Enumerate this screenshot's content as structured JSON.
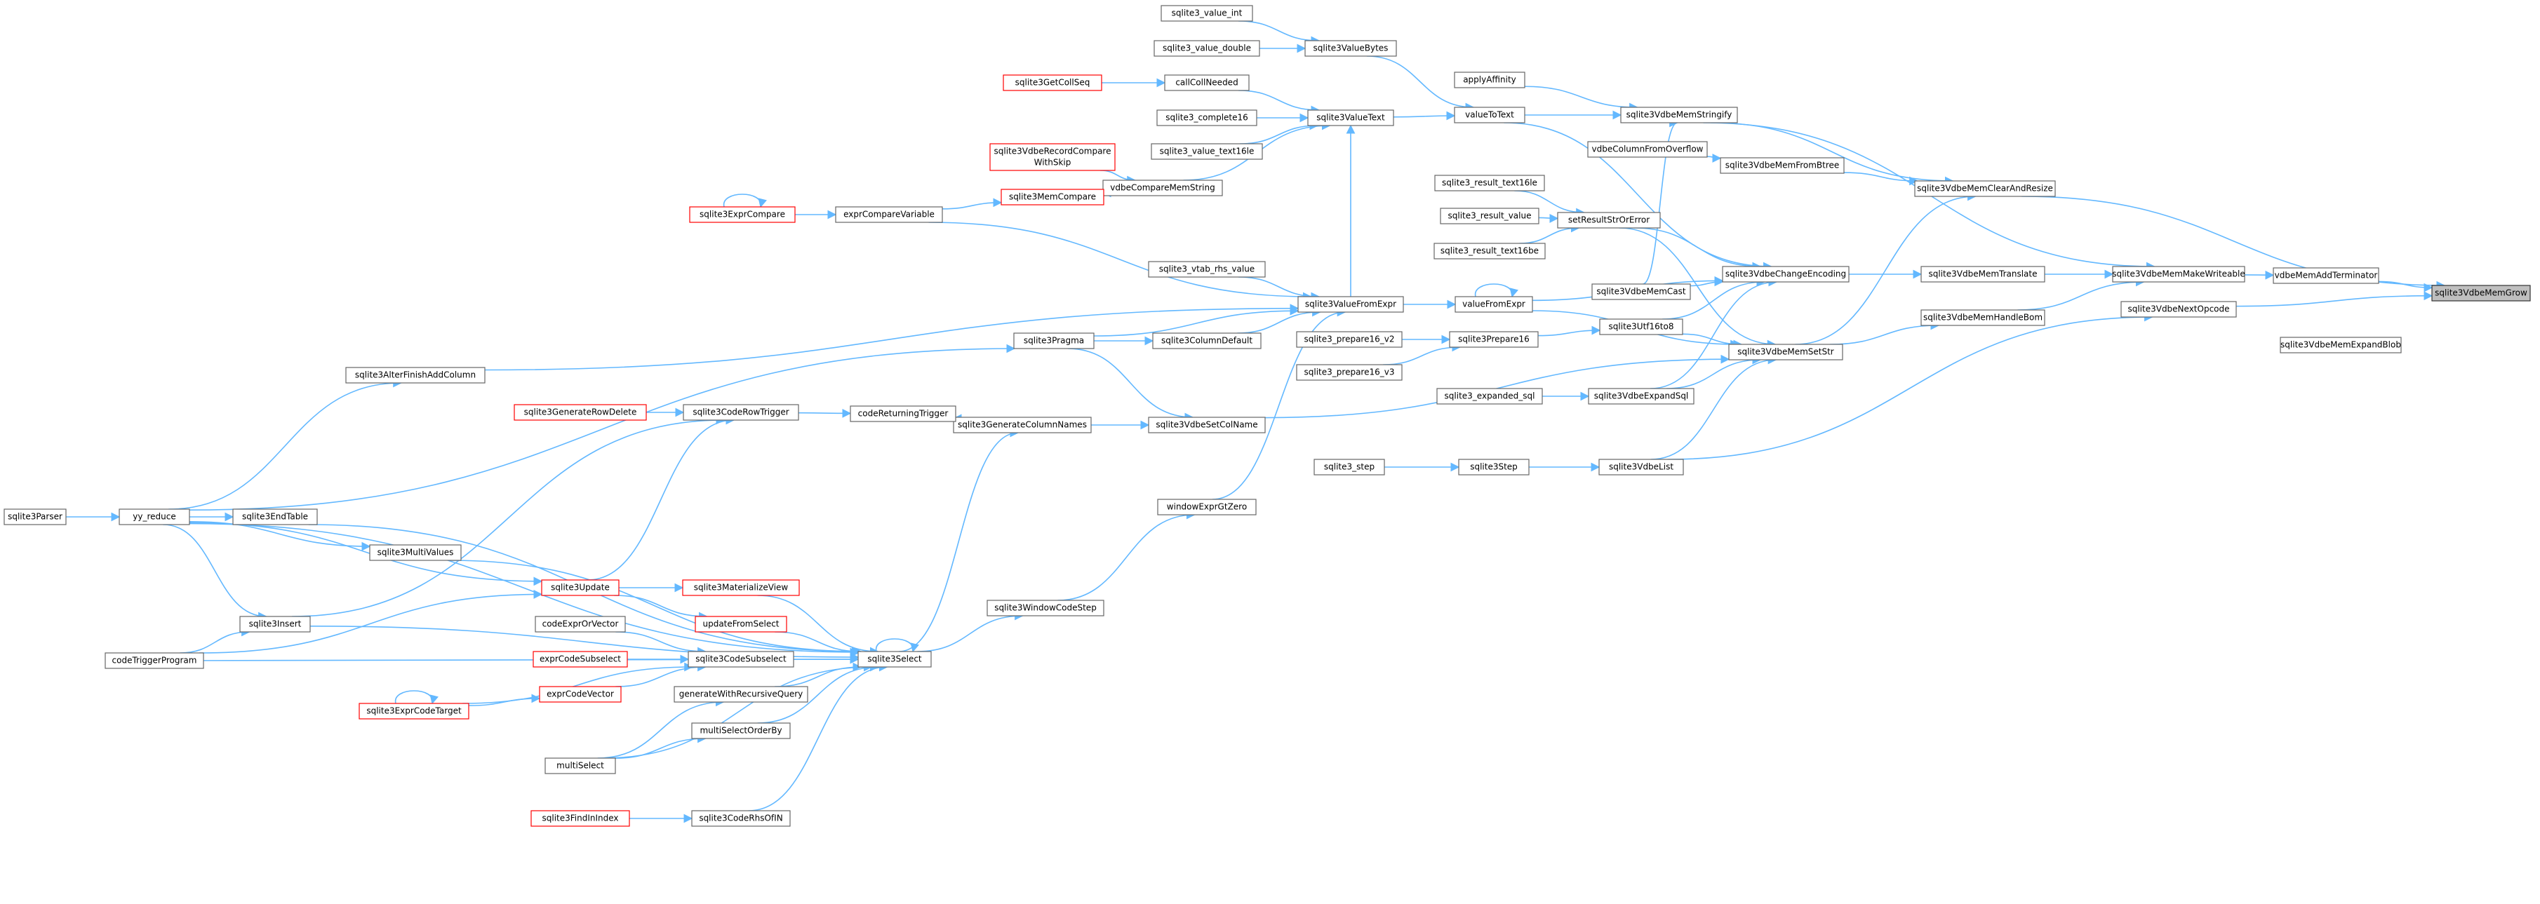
{
  "graph": {
    "title": "",
    "nodes": [
      {
        "id": "sqlite3VdbeMemGrow",
        "label": "sqlite3VdbeMemGrow",
        "root": true
      },
      {
        "id": "vdbeMemAddTerminator",
        "label": "vdbeMemAddTerminator"
      },
      {
        "id": "sqlite3VdbeMemExpandBlob",
        "label": "sqlite3VdbeMemExpandBlob"
      },
      {
        "id": "sqlite3VdbeNextOpcode",
        "label": "sqlite3VdbeNextOpcode"
      },
      {
        "id": "sqlite3VdbeMemMakeWriteable",
        "label": "sqlite3VdbeMemMakeWriteable"
      },
      {
        "id": "sqlite3VdbeMemClearAndResize",
        "label": "sqlite3VdbeMemClearAndResize"
      },
      {
        "id": "sqlite3VdbeMemTranslate",
        "label": "sqlite3VdbeMemTranslate"
      },
      {
        "id": "sqlite3VdbeMemHandleBom",
        "label": "sqlite3VdbeMemHandleBom"
      },
      {
        "id": "sqlite3VdbeMemFromBtree",
        "label": "sqlite3VdbeMemFromBtree"
      },
      {
        "id": "sqlite3VdbeMemStringify",
        "label": "sqlite3VdbeMemStringify"
      },
      {
        "id": "sqlite3VdbeChangeEncoding",
        "label": "sqlite3VdbeChangeEncoding"
      },
      {
        "id": "sqlite3VdbeMemSetStr",
        "label": "sqlite3VdbeMemSetStr"
      },
      {
        "id": "vdbeColumnFromOverflow",
        "label": "vdbeColumnFromOverflow"
      },
      {
        "id": "sqlite3VdbeMemCast",
        "label": "sqlite3VdbeMemCast"
      },
      {
        "id": "sqlite3Utf16to8",
        "label": "sqlite3Utf16to8"
      },
      {
        "id": "sqlite3VdbeExpandSql",
        "label": "sqlite3VdbeExpandSql"
      },
      {
        "id": "sqlite3VdbeList",
        "label": "sqlite3VdbeList"
      },
      {
        "id": "applyAffinity",
        "label": "applyAffinity"
      },
      {
        "id": "valueToText",
        "label": "valueToText"
      },
      {
        "id": "setResultStrOrError",
        "label": "setResultStrOrError"
      },
      {
        "id": "valueFromExpr",
        "label": "valueFromExpr"
      },
      {
        "id": "sqlite3Prepare16",
        "label": "sqlite3Prepare16"
      },
      {
        "id": "sqlite3Step",
        "label": "sqlite3Step"
      },
      {
        "id": "sqlite3_expanded_sql",
        "label": "sqlite3_expanded_sql"
      },
      {
        "id": "sqlite3_result_text16le",
        "label": "sqlite3_result_text16le"
      },
      {
        "id": "sqlite3_result_value",
        "label": "sqlite3_result_value"
      },
      {
        "id": "sqlite3_result_text16be",
        "label": "sqlite3_result_text16be"
      },
      {
        "id": "sqlite3_step",
        "label": "sqlite3_step"
      },
      {
        "id": "sqlite3_prepare16_v2",
        "label": "sqlite3_prepare16_v2"
      },
      {
        "id": "sqlite3_prepare16_v3",
        "label": "sqlite3_prepare16_v3"
      },
      {
        "id": "sqlite3ValueBytes",
        "label": "sqlite3ValueBytes"
      },
      {
        "id": "sqlite3ValueText",
        "label": "sqlite3ValueText"
      },
      {
        "id": "sqlite3ValueFromExpr",
        "label": "sqlite3ValueFromExpr"
      },
      {
        "id": "sqlite3_value_int",
        "label": "sqlite3_value_int"
      },
      {
        "id": "sqlite3_value_double",
        "label": "sqlite3_value_double"
      },
      {
        "id": "callCollNeeded",
        "label": "callCollNeeded"
      },
      {
        "id": "sqlite3_complete16",
        "label": "sqlite3_complete16"
      },
      {
        "id": "sqlite3_value_text16le",
        "label": "sqlite3_value_text16le"
      },
      {
        "id": "vdbeCompareMemString",
        "label": "vdbeCompareMemString"
      },
      {
        "id": "sqlite3GetCollSeq",
        "label": "sqlite3GetCollSeq",
        "red": true
      },
      {
        "id": "sqlite3VdbeRecordCompareWithSkip",
        "label": "sqlite3VdbeRecordCompare",
        "label2": "WithSkip",
        "red": true
      },
      {
        "id": "sqlite3MemCompare",
        "label": "sqlite3MemCompare",
        "red": true
      },
      {
        "id": "exprCompareVariable",
        "label": "exprCompareVariable"
      },
      {
        "id": "sqlite3ExprCompare",
        "label": "sqlite3ExprCompare",
        "red": true
      },
      {
        "id": "sqlite3_vtab_rhs_value",
        "label": "sqlite3_vtab_rhs_value"
      },
      {
        "id": "sqlite3ColumnDefault",
        "label": "sqlite3ColumnDefault"
      },
      {
        "id": "sqlite3VdbeSetColName",
        "label": "sqlite3VdbeSetColName"
      },
      {
        "id": "windowExprGtZero",
        "label": "windowExprGtZero"
      },
      {
        "id": "sqlite3Pragma",
        "label": "sqlite3Pragma"
      },
      {
        "id": "sqlite3AlterFinishAddColumn",
        "label": "sqlite3AlterFinishAddColumn"
      },
      {
        "id": "sqlite3GenerateColumnNames",
        "label": "sqlite3GenerateColumnNames"
      },
      {
        "id": "codeReturningTrigger",
        "label": "codeReturningTrigger"
      },
      {
        "id": "sqlite3CodeRowTrigger",
        "label": "sqlite3CodeRowTrigger"
      },
      {
        "id": "sqlite3GenerateRowDelete",
        "label": "sqlite3GenerateRowDelete",
        "red": true
      },
      {
        "id": "sqlite3WindowCodeStep",
        "label": "sqlite3WindowCodeStep"
      },
      {
        "id": "sqlite3Select",
        "label": "sqlite3Select"
      },
      {
        "id": "sqlite3Update",
        "label": "sqlite3Update",
        "red": true
      },
      {
        "id": "sqlite3MaterializeView",
        "label": "sqlite3MaterializeView",
        "red": true
      },
      {
        "id": "updateFromSelect",
        "label": "updateFromSelect",
        "red": true
      },
      {
        "id": "sqlite3CodeSubselect",
        "label": "sqlite3CodeSubselect"
      },
      {
        "id": "codeExprOrVector",
        "label": "codeExprOrVector"
      },
      {
        "id": "exprCodeSubselect",
        "label": "exprCodeSubselect",
        "red": true
      },
      {
        "id": "exprCodeVector",
        "label": "exprCodeVector",
        "red": true
      },
      {
        "id": "sqlite3ExprCodeTarget",
        "label": "sqlite3ExprCodeTarget",
        "red": true
      },
      {
        "id": "generateWithRecursiveQuery",
        "label": "generateWithRecursiveQuery"
      },
      {
        "id": "multiSelectOrderBy",
        "label": "multiSelectOrderBy"
      },
      {
        "id": "multiSelect",
        "label": "multiSelect"
      },
      {
        "id": "sqlite3CodeRhsOfIN",
        "label": "sqlite3CodeRhsOfIN"
      },
      {
        "id": "sqlite3FindInIndex",
        "label": "sqlite3FindInIndex",
        "red": true
      },
      {
        "id": "sqlite3EndTable",
        "label": "sqlite3EndTable"
      },
      {
        "id": "sqlite3MultiValues",
        "label": "sqlite3MultiValues"
      },
      {
        "id": "sqlite3Insert",
        "label": "sqlite3Insert"
      },
      {
        "id": "codeTriggerProgram",
        "label": "codeTriggerProgram"
      },
      {
        "id": "yy_reduce",
        "label": "yy_reduce"
      },
      {
        "id": "sqlite3Parser",
        "label": "sqlite3Parser"
      }
    ],
    "edges": [
      [
        "vdbeMemAddTerminator",
        "sqlite3VdbeMemGrow"
      ],
      [
        "sqlite3VdbeMemClearAndResize",
        "sqlite3VdbeMemGrow"
      ],
      [
        "sqlite3VdbeNextOpcode",
        "sqlite3VdbeMemGrow"
      ],
      [
        "sqlite3VdbeMemMakeWriteable",
        "vdbeMemAddTerminator"
      ],
      [
        "sqlite3VdbeMemTranslate",
        "sqlite3VdbeMemMakeWriteable"
      ],
      [
        "sqlite3VdbeMemHandleBom",
        "sqlite3VdbeMemMakeWriteable"
      ],
      [
        "sqlite3VdbeMemStringify",
        "sqlite3VdbeMemMakeWriteable"
      ],
      [
        "sqlite3VdbeMemFromBtree",
        "sqlite3VdbeMemClearAndResize"
      ],
      [
        "sqlite3VdbeMemStringify",
        "sqlite3VdbeMemClearAndResize"
      ],
      [
        "sqlite3VdbeMemSetStr",
        "sqlite3VdbeMemClearAndResize"
      ],
      [
        "sqlite3VdbeList",
        "sqlite3VdbeNextOpcode"
      ],
      [
        "sqlite3VdbeChangeEncoding",
        "sqlite3VdbeMemTranslate"
      ],
      [
        "sqlite3VdbeMemSetStr",
        "sqlite3VdbeMemHandleBom"
      ],
      [
        "vdbeColumnFromOverflow",
        "sqlite3VdbeMemFromBtree"
      ],
      [
        "applyAffinity",
        "sqlite3VdbeMemStringify"
      ],
      [
        "valueToText",
        "sqlite3VdbeMemStringify"
      ],
      [
        "sqlite3VdbeMemCast",
        "sqlite3VdbeMemStringify"
      ],
      [
        "valueToText",
        "sqlite3VdbeChangeEncoding"
      ],
      [
        "setResultStrOrError",
        "sqlite3VdbeChangeEncoding"
      ],
      [
        "valueFromExpr",
        "sqlite3VdbeChangeEncoding"
      ],
      [
        "sqlite3VdbeMemCast",
        "sqlite3VdbeChangeEncoding"
      ],
      [
        "sqlite3Utf16to8",
        "sqlite3VdbeChangeEncoding"
      ],
      [
        "sqlite3VdbeExpandSql",
        "sqlite3VdbeChangeEncoding"
      ],
      [
        "setResultStrOrError",
        "sqlite3VdbeMemSetStr"
      ],
      [
        "valueFromExpr",
        "sqlite3VdbeMemSetStr"
      ],
      [
        "sqlite3Utf16to8",
        "sqlite3VdbeMemSetStr"
      ],
      [
        "sqlite3VdbeExpandSql",
        "sqlite3VdbeMemSetStr"
      ],
      [
        "sqlite3VdbeList",
        "sqlite3VdbeMemSetStr"
      ],
      [
        "sqlite3VdbeSetColName",
        "sqlite3VdbeMemSetStr"
      ],
      [
        "sqlite3ValueBytes",
        "valueToText"
      ],
      [
        "sqlite3ValueText",
        "valueToText"
      ],
      [
        "sqlite3_value_int",
        "sqlite3ValueBytes"
      ],
      [
        "sqlite3_value_double",
        "sqlite3ValueBytes"
      ],
      [
        "callCollNeeded",
        "sqlite3ValueText"
      ],
      [
        "sqlite3_complete16",
        "sqlite3ValueText"
      ],
      [
        "sqlite3_value_text16le",
        "sqlite3ValueText"
      ],
      [
        "vdbeCompareMemString",
        "sqlite3ValueText"
      ],
      [
        "sqlite3ValueFromExpr",
        "sqlite3ValueText"
      ],
      [
        "sqlite3GetCollSeq",
        "callCollNeeded"
      ],
      [
        "sqlite3VdbeRecordCompareWithSkip",
        "vdbeCompareMemString"
      ],
      [
        "sqlite3MemCompare",
        "vdbeCompareMemString"
      ],
      [
        "exprCompareVariable",
        "sqlite3MemCompare"
      ],
      [
        "sqlite3ExprCompare",
        "exprCompareVariable"
      ],
      [
        "sqlite3ExprCompare",
        "sqlite3ExprCompare"
      ],
      [
        "sqlite3_result_text16le",
        "setResultStrOrError"
      ],
      [
        "sqlite3_result_value",
        "setResultStrOrError"
      ],
      [
        "sqlite3_result_text16be",
        "setResultStrOrError"
      ],
      [
        "sqlite3ValueFromExpr",
        "valueFromExpr"
      ],
      [
        "valueFromExpr",
        "valueFromExpr"
      ],
      [
        "exprCompareVariable",
        "sqlite3ValueFromExpr"
      ],
      [
        "sqlite3_vtab_rhs_value",
        "sqlite3ValueFromExpr"
      ],
      [
        "sqlite3ColumnDefault",
        "sqlite3ValueFromExpr"
      ],
      [
        "sqlite3Pragma",
        "sqlite3ValueFromExpr"
      ],
      [
        "sqlite3AlterFinishAddColumn",
        "sqlite3ValueFromExpr"
      ],
      [
        "windowExprGtZero",
        "sqlite3ValueFromExpr"
      ],
      [
        "sqlite3Prepare16",
        "sqlite3Utf16to8"
      ],
      [
        "sqlite3_prepare16_v2",
        "sqlite3Prepare16"
      ],
      [
        "sqlite3_prepare16_v3",
        "sqlite3Prepare16"
      ],
      [
        "sqlite3_expanded_sql",
        "sqlite3VdbeExpandSql"
      ],
      [
        "sqlite3Step",
        "sqlite3VdbeList"
      ],
      [
        "sqlite3_step",
        "sqlite3Step"
      ],
      [
        "sqlite3Pragma",
        "sqlite3ColumnDefault"
      ],
      [
        "sqlite3Pragma",
        "sqlite3VdbeSetColName"
      ],
      [
        "sqlite3GenerateColumnNames",
        "sqlite3VdbeSetColName"
      ],
      [
        "yy_reduce",
        "sqlite3Pragma"
      ],
      [
        "yy_reduce",
        "sqlite3AlterFinishAddColumn"
      ],
      [
        "codeReturningTrigger",
        "sqlite3GenerateColumnNames"
      ],
      [
        "sqlite3Select",
        "sqlite3GenerateColumnNames"
      ],
      [
        "sqlite3CodeRowTrigger",
        "codeReturningTrigger"
      ],
      [
        "sqlite3GenerateRowDelete",
        "sqlite3CodeRowTrigger"
      ],
      [
        "sqlite3Update",
        "sqlite3CodeRowTrigger"
      ],
      [
        "sqlite3Insert",
        "sqlite3CodeRowTrigger"
      ],
      [
        "sqlite3WindowCodeStep",
        "windowExprGtZero"
      ],
      [
        "sqlite3Select",
        "sqlite3WindowCodeStep"
      ],
      [
        "sqlite3Select",
        "sqlite3Select"
      ],
      [
        "sqlite3MaterializeView",
        "sqlite3Select"
      ],
      [
        "updateFromSelect",
        "sqlite3Select"
      ],
      [
        "sqlite3CodeSubselect",
        "sqlite3Select"
      ],
      [
        "generateWithRecursiveQuery",
        "sqlite3Select"
      ],
      [
        "multiSelectOrderBy",
        "sqlite3Select"
      ],
      [
        "multiSelect",
        "sqlite3Select"
      ],
      [
        "sqlite3CodeRhsOfIN",
        "sqlite3Select"
      ],
      [
        "sqlite3Update",
        "sqlite3MaterializeView"
      ],
      [
        "sqlite3Update",
        "updateFromSelect"
      ],
      [
        "codeExprOrVector",
        "sqlite3CodeSubselect"
      ],
      [
        "exprCodeSubselect",
        "sqlite3CodeSubselect"
      ],
      [
        "exprCodeVector",
        "sqlite3CodeSubselect"
      ],
      [
        "sqlite3ExprCodeTarget",
        "sqlite3CodeSubselect"
      ],
      [
        "sqlite3ExprCodeTarget",
        "exprCodeVector"
      ],
      [
        "sqlite3ExprCodeTarget",
        "sqlite3ExprCodeTarget"
      ],
      [
        "multiSelect",
        "generateWithRecursiveQuery"
      ],
      [
        "multiSelect",
        "multiSelectOrderBy"
      ],
      [
        "sqlite3FindInIndex",
        "sqlite3CodeRhsOfIN"
      ],
      [
        "yy_reduce",
        "sqlite3Select"
      ],
      [
        "sqlite3EndTable",
        "sqlite3Select"
      ],
      [
        "sqlite3MultiValues",
        "sqlite3Select"
      ],
      [
        "sqlite3Insert",
        "sqlite3Select"
      ],
      [
        "codeTriggerProgram",
        "sqlite3Select"
      ],
      [
        "codeTriggerProgram",
        "sqlite3Update"
      ],
      [
        "codeTriggerProgram",
        "sqlite3Insert"
      ],
      [
        "yy_reduce",
        "sqlite3EndTable"
      ],
      [
        "yy_reduce",
        "sqlite3MultiValues"
      ],
      [
        "yy_reduce",
        "sqlite3Update"
      ],
      [
        "yy_reduce",
        "sqlite3Insert"
      ],
      [
        "sqlite3Parser",
        "yy_reduce"
      ]
    ]
  }
}
